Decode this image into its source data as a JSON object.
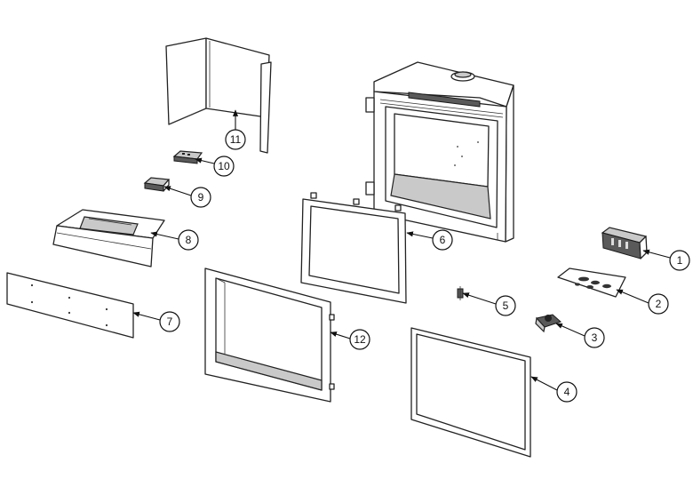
{
  "callouts": {
    "c1": "1",
    "c2": "2",
    "c3": "3",
    "c4": "4",
    "c5": "5",
    "c6": "6",
    "c7": "7",
    "c8": "8",
    "c9": "9",
    "c10": "10",
    "c11": "11",
    "c12": "12"
  },
  "colors": {
    "line": "#222222",
    "shade": "#c9c9c9",
    "dark": "#5a5a5a",
    "background": "#ffffff"
  }
}
